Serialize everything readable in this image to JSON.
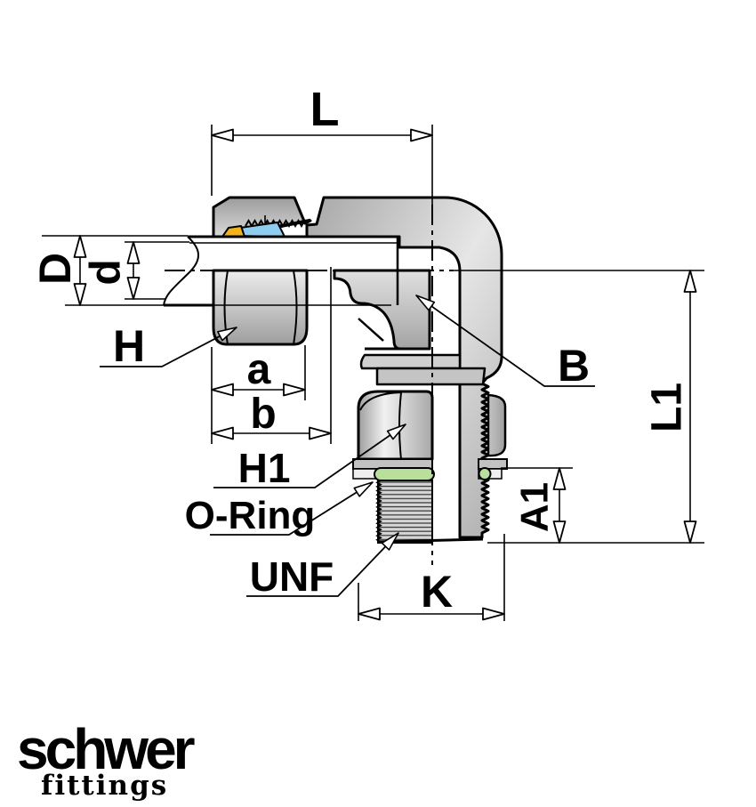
{
  "drawing": {
    "title": "stud elbow fitting cross-section",
    "labels": {
      "L": "L",
      "D": "D",
      "d": "d",
      "H": "H",
      "a": "a",
      "b": "b",
      "H1": "H1",
      "ORing": "O-Ring",
      "UNF": "UNF",
      "K": "K",
      "B": "B",
      "L1": "L1",
      "A1": "A1"
    },
    "colors": {
      "cutting_ring_front": "#f2b21b",
      "cutting_ring_back": "#8fcdf0",
      "oring": "#b8df9b",
      "outline": "#000000"
    }
  },
  "logo": {
    "brand": "schwer",
    "sub": "fittings",
    "brand_color": "#a49e97",
    "sub_color": "#a9a39b"
  }
}
